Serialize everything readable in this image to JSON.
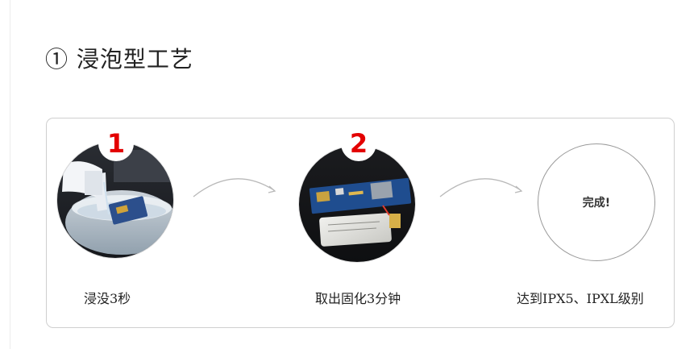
{
  "section": {
    "title": "① 浸泡型工艺"
  },
  "steps": [
    {
      "number": "1",
      "label": "浸没3秒"
    },
    {
      "number": "2",
      "label": "取出固化3分钟"
    },
    {
      "label": "达到IPX5、IPXL级别",
      "circle_text": "完成!"
    }
  ],
  "colors": {
    "badge_number": "#e30000",
    "panel_border": "#cfcfcf",
    "arrow": "#b9b9b9"
  }
}
